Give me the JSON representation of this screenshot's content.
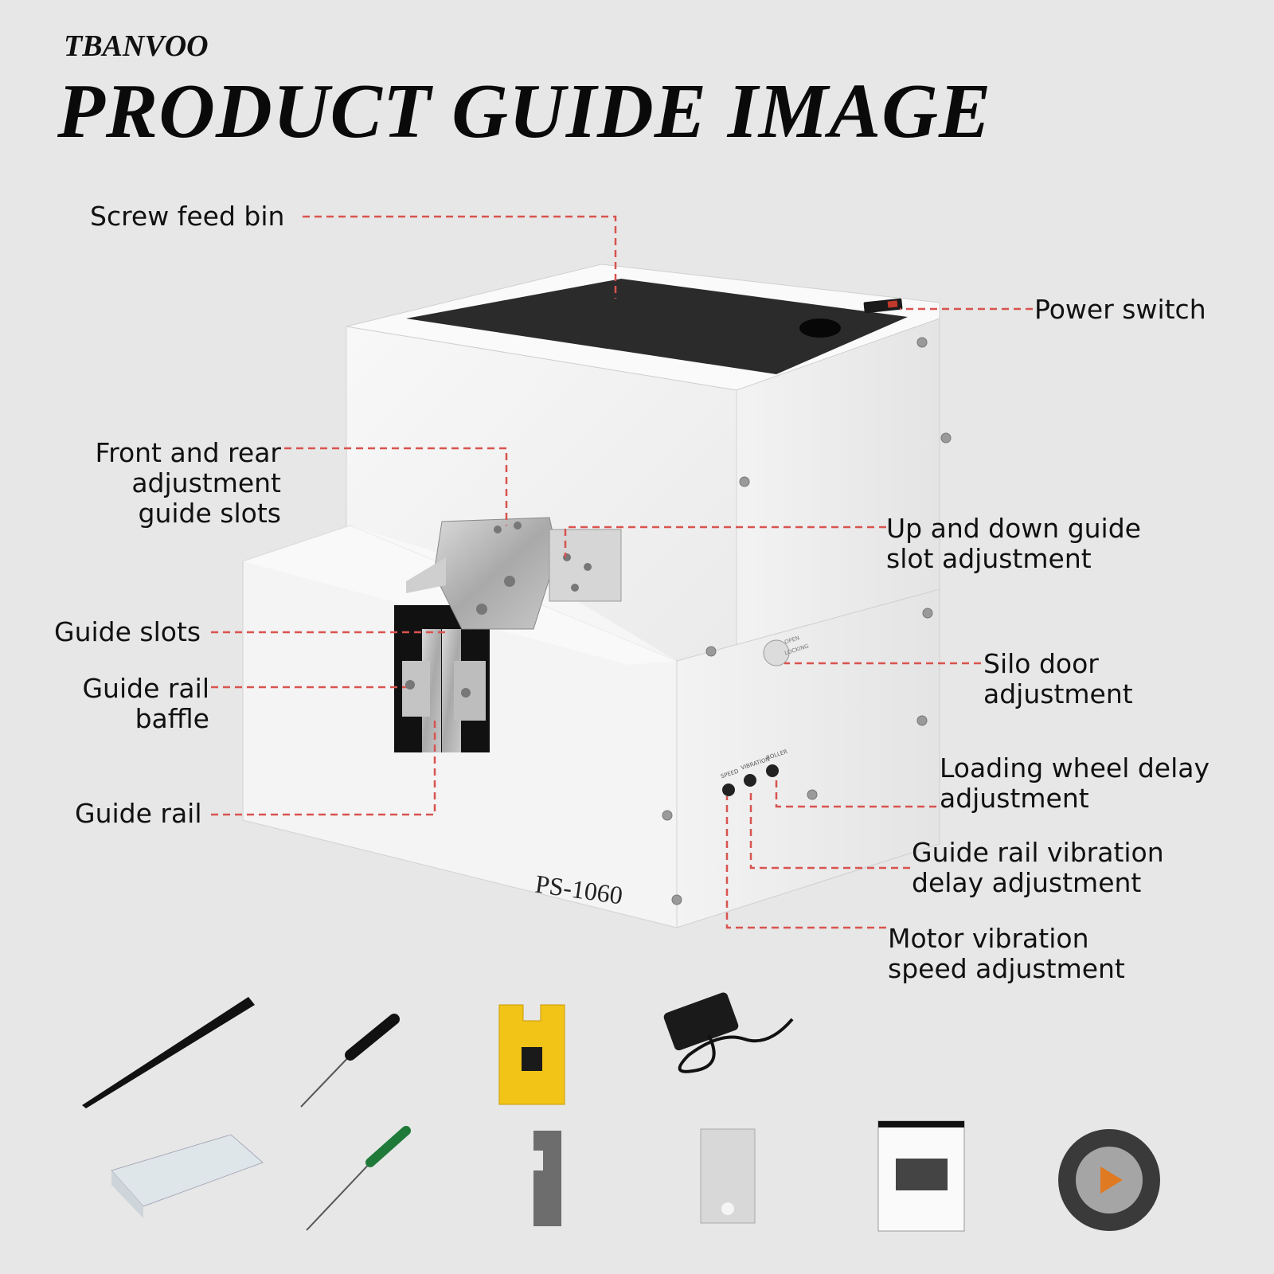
{
  "brand": "TBANVOO",
  "title": "PRODUCT GUIDE IMAGE",
  "model": "PS-1060",
  "panel": {
    "switch_1": "OPEN",
    "switch_2": "LOCKING",
    "switch_3": "",
    "knob_1": "SPEED",
    "knob_2": "VIBRATION",
    "knob_3": "ROLLER"
  },
  "callouts": {
    "screw_feed_bin": "Screw feed bin",
    "power_switch": "Power switch",
    "front_rear_1": "Front and rear",
    "front_rear_2": "adjustment",
    "front_rear_3": "guide slots",
    "up_down_1": "Up and down guide",
    "up_down_2": "slot adjustment",
    "guide_slots": "Guide slots",
    "baffle_1": "Guide rail",
    "baffle_2": "baffle",
    "silo_1": "Silo door",
    "silo_2": "adjustment",
    "loading_1": "Loading wheel delay",
    "loading_2": "adjustment",
    "guide_rail": "Guide rail",
    "rail_vib_1": "Guide rail vibration",
    "rail_vib_2": "delay adjustment",
    "motor_1": "Motor vibration",
    "motor_2": "speed adjustment"
  },
  "colors": {
    "leader_line": "#d9534f",
    "background": "#e6e7e6"
  },
  "accessories": [
    "tweezers-icon",
    "screwdriver-icon",
    "magnetizer-icon",
    "power-adapter-icon",
    "parts-box-icon",
    "green-screwdriver-icon",
    "foam-pad-icon",
    "rail-bracket-icon",
    "manual-icon",
    "video-play-icon"
  ]
}
